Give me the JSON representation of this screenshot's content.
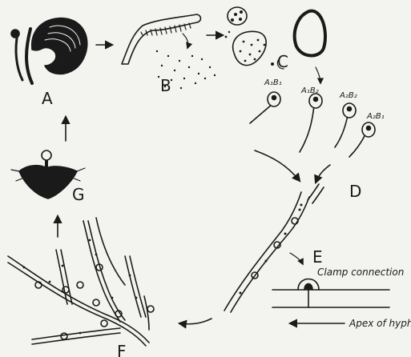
{
  "stages": {
    "a": "A",
    "b": "B",
    "c": "C",
    "d": "D",
    "e": "E",
    "f": "F",
    "g": "G"
  },
  "mating_types": [
    "A₁B₁",
    "A₁B₂",
    "A₂B₂",
    "A₂B₁"
  ],
  "annotations": {
    "clamp": "Clamp connection",
    "apex": "Apex of hyphae"
  }
}
